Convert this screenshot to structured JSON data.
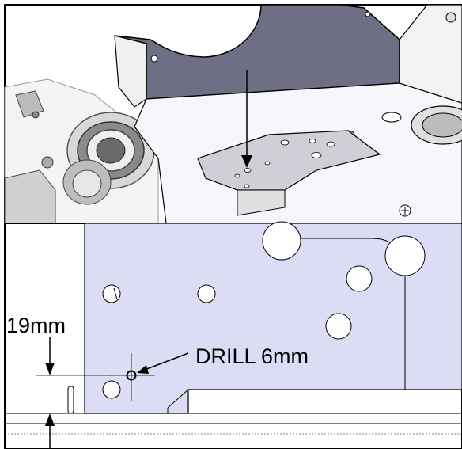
{
  "diagram": {
    "top_panel": {
      "caption": "",
      "icon": "isometric-assembly-view"
    },
    "bottom_panel": {
      "dimension_label": "19mm",
      "drill_label": "DRILL 6mm"
    },
    "colors": {
      "plate_fill": "#dcdcf4",
      "wall_fill": "#6e6e84",
      "outline": "#000000",
      "background": "#ffffff"
    }
  }
}
